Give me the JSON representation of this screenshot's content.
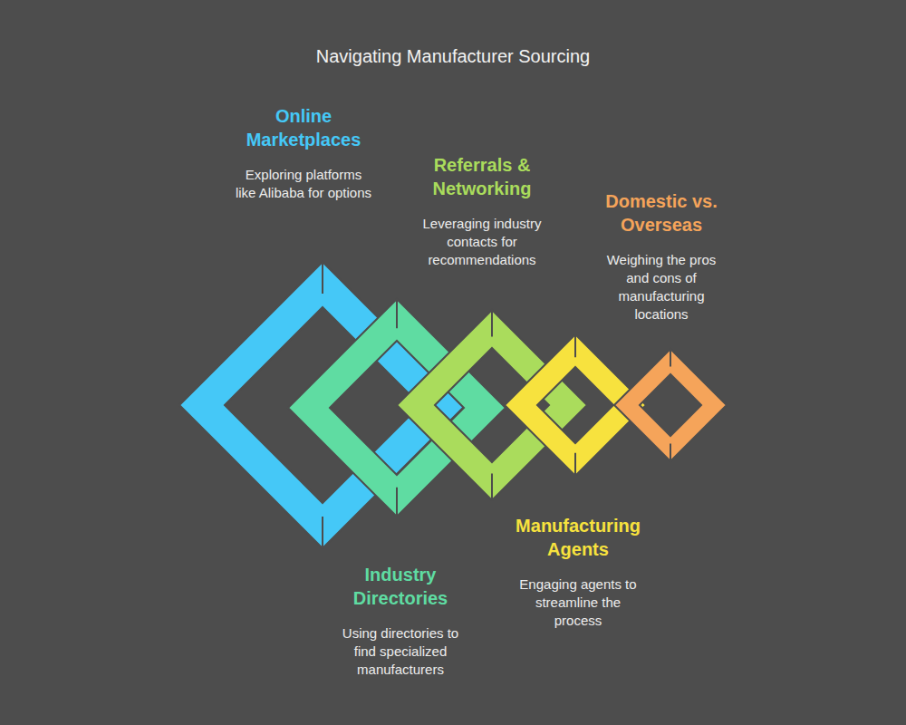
{
  "diagram": {
    "title": "Navigating Manufacturer Sourcing",
    "nodes": [
      {
        "text": [
          "Online Marketplaces",
          "Exploring platforms like Alibaba for options"
        ]
      },
      {
        "text": [
          "Industry Directories",
          "Using directories to find specialized manufacturers"
        ]
      },
      {
        "text": [
          "Referrals & Networking",
          "Leveraging industry contacts for recommendations"
        ]
      },
      {
        "text": [
          "Manufacturing Agents",
          "Engaging agents to streamline the process"
        ]
      },
      {
        "text": [
          "Domestic vs. Overseas",
          "Weighing the pros and cons of manufacturing locations"
        ]
      }
    ]
  }
}
